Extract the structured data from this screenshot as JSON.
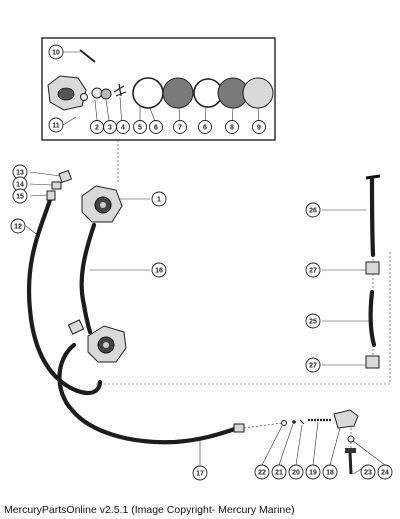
{
  "footer": {
    "caption": "MercuryPartsOnline v2.5.1 (Image Copyright- Mercury Marine)"
  },
  "callouts": {
    "c10": "10",
    "c11": "11",
    "c2": "2",
    "c3": "3",
    "c4": "4",
    "c5": "5",
    "c6a": "6",
    "c7": "7",
    "c6b": "6",
    "c8": "8",
    "c9": "9",
    "c13": "13",
    "c14": "14",
    "c15": "15",
    "c12": "12",
    "c1": "1",
    "c16": "16",
    "c26": "26",
    "c27a": "27",
    "c25": "25",
    "c27b": "27",
    "c17": "17",
    "c22": "22",
    "c21": "21",
    "c20": "20",
    "c19": "19",
    "c18": "18",
    "c23": "23",
    "c24": "24"
  }
}
